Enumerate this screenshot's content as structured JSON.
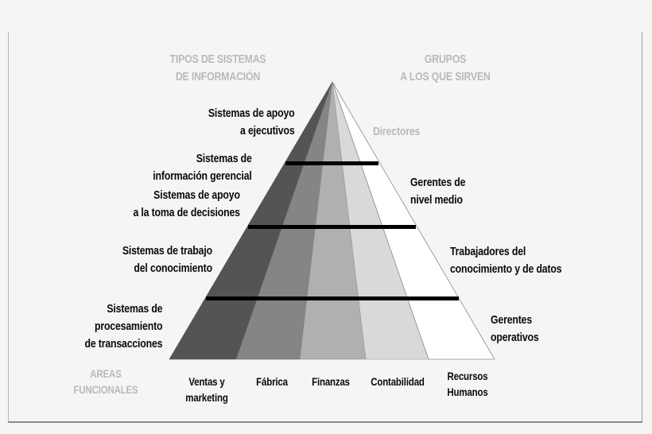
{
  "headers": {
    "left": [
      "TIPOS DE SISTEMAS",
      "DE INFORMACIÓN"
    ],
    "right": [
      "GRUPOS",
      "A LOS QUE SIRVEN"
    ],
    "bottom_left": [
      "AREAS",
      "FUNCIONALES"
    ]
  },
  "systems": [
    {
      "lines": [
        "Sistemas de apoyo",
        "a ejecutivos"
      ]
    },
    {
      "lines": [
        "Sistemas de",
        "información gerencial"
      ]
    },
    {
      "lines": [
        "Sistemas de apoyo",
        "a la toma de decisiones"
      ]
    },
    {
      "lines": [
        "Sistemas de trabajo",
        "del conocimiento"
      ]
    },
    {
      "lines": [
        "Sistemas de",
        "procesamiento",
        "de transacciones"
      ]
    }
  ],
  "groups": [
    {
      "lines": [
        "Directores"
      ],
      "muted": true
    },
    {
      "lines": [
        "Gerentes de",
        "nivel medio"
      ]
    },
    {
      "lines": [
        "Trabajadores del",
        "conocimiento y de datos"
      ]
    },
    {
      "lines": [
        "Gerentes",
        "operativos"
      ]
    }
  ],
  "functional_areas": [
    {
      "lines": [
        "Ventas y",
        "marketing"
      ]
    },
    {
      "lines": [
        "Fábrica"
      ]
    },
    {
      "lines": [
        "Finanzas"
      ]
    },
    {
      "lines": [
        "Contabilidad"
      ]
    },
    {
      "lines": [
        "Recursos",
        "Humanos"
      ]
    }
  ],
  "colors": {
    "background": "#f5f5f5",
    "segments": [
      "#545454",
      "#858585",
      "#b0b0b0",
      "#d8d9d8",
      "#ffffff"
    ],
    "level_bar": "#000000",
    "muted_text": "#b9b9b9",
    "text": "#0a0a0a"
  },
  "levels": 4
}
